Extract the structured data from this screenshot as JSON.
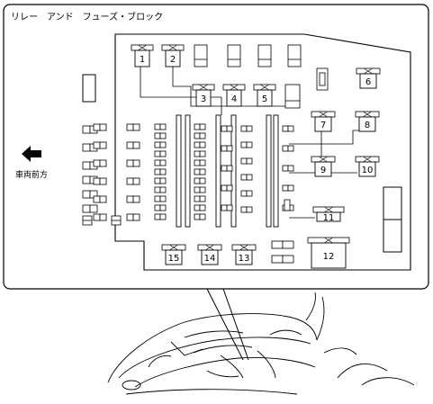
{
  "title": "リレー　アンド　フューズ・ブロック",
  "direction_label": "車両前方",
  "relays": [
    {
      "number": "1"
    },
    {
      "number": "2"
    },
    {
      "number": "3"
    },
    {
      "number": "4"
    },
    {
      "number": "5"
    },
    {
      "number": "6"
    },
    {
      "number": "7"
    },
    {
      "number": "8"
    },
    {
      "number": "9"
    },
    {
      "number": "10"
    },
    {
      "number": "11"
    },
    {
      "number": "12"
    },
    {
      "number": "13"
    },
    {
      "number": "14"
    },
    {
      "number": "15"
    }
  ],
  "colors": {
    "line": "#000000",
    "background": "#ffffff",
    "box_stroke": "#000000"
  },
  "icons": {
    "direction": "left-arrow-icon",
    "x_mark": "cross-mark-icon"
  }
}
